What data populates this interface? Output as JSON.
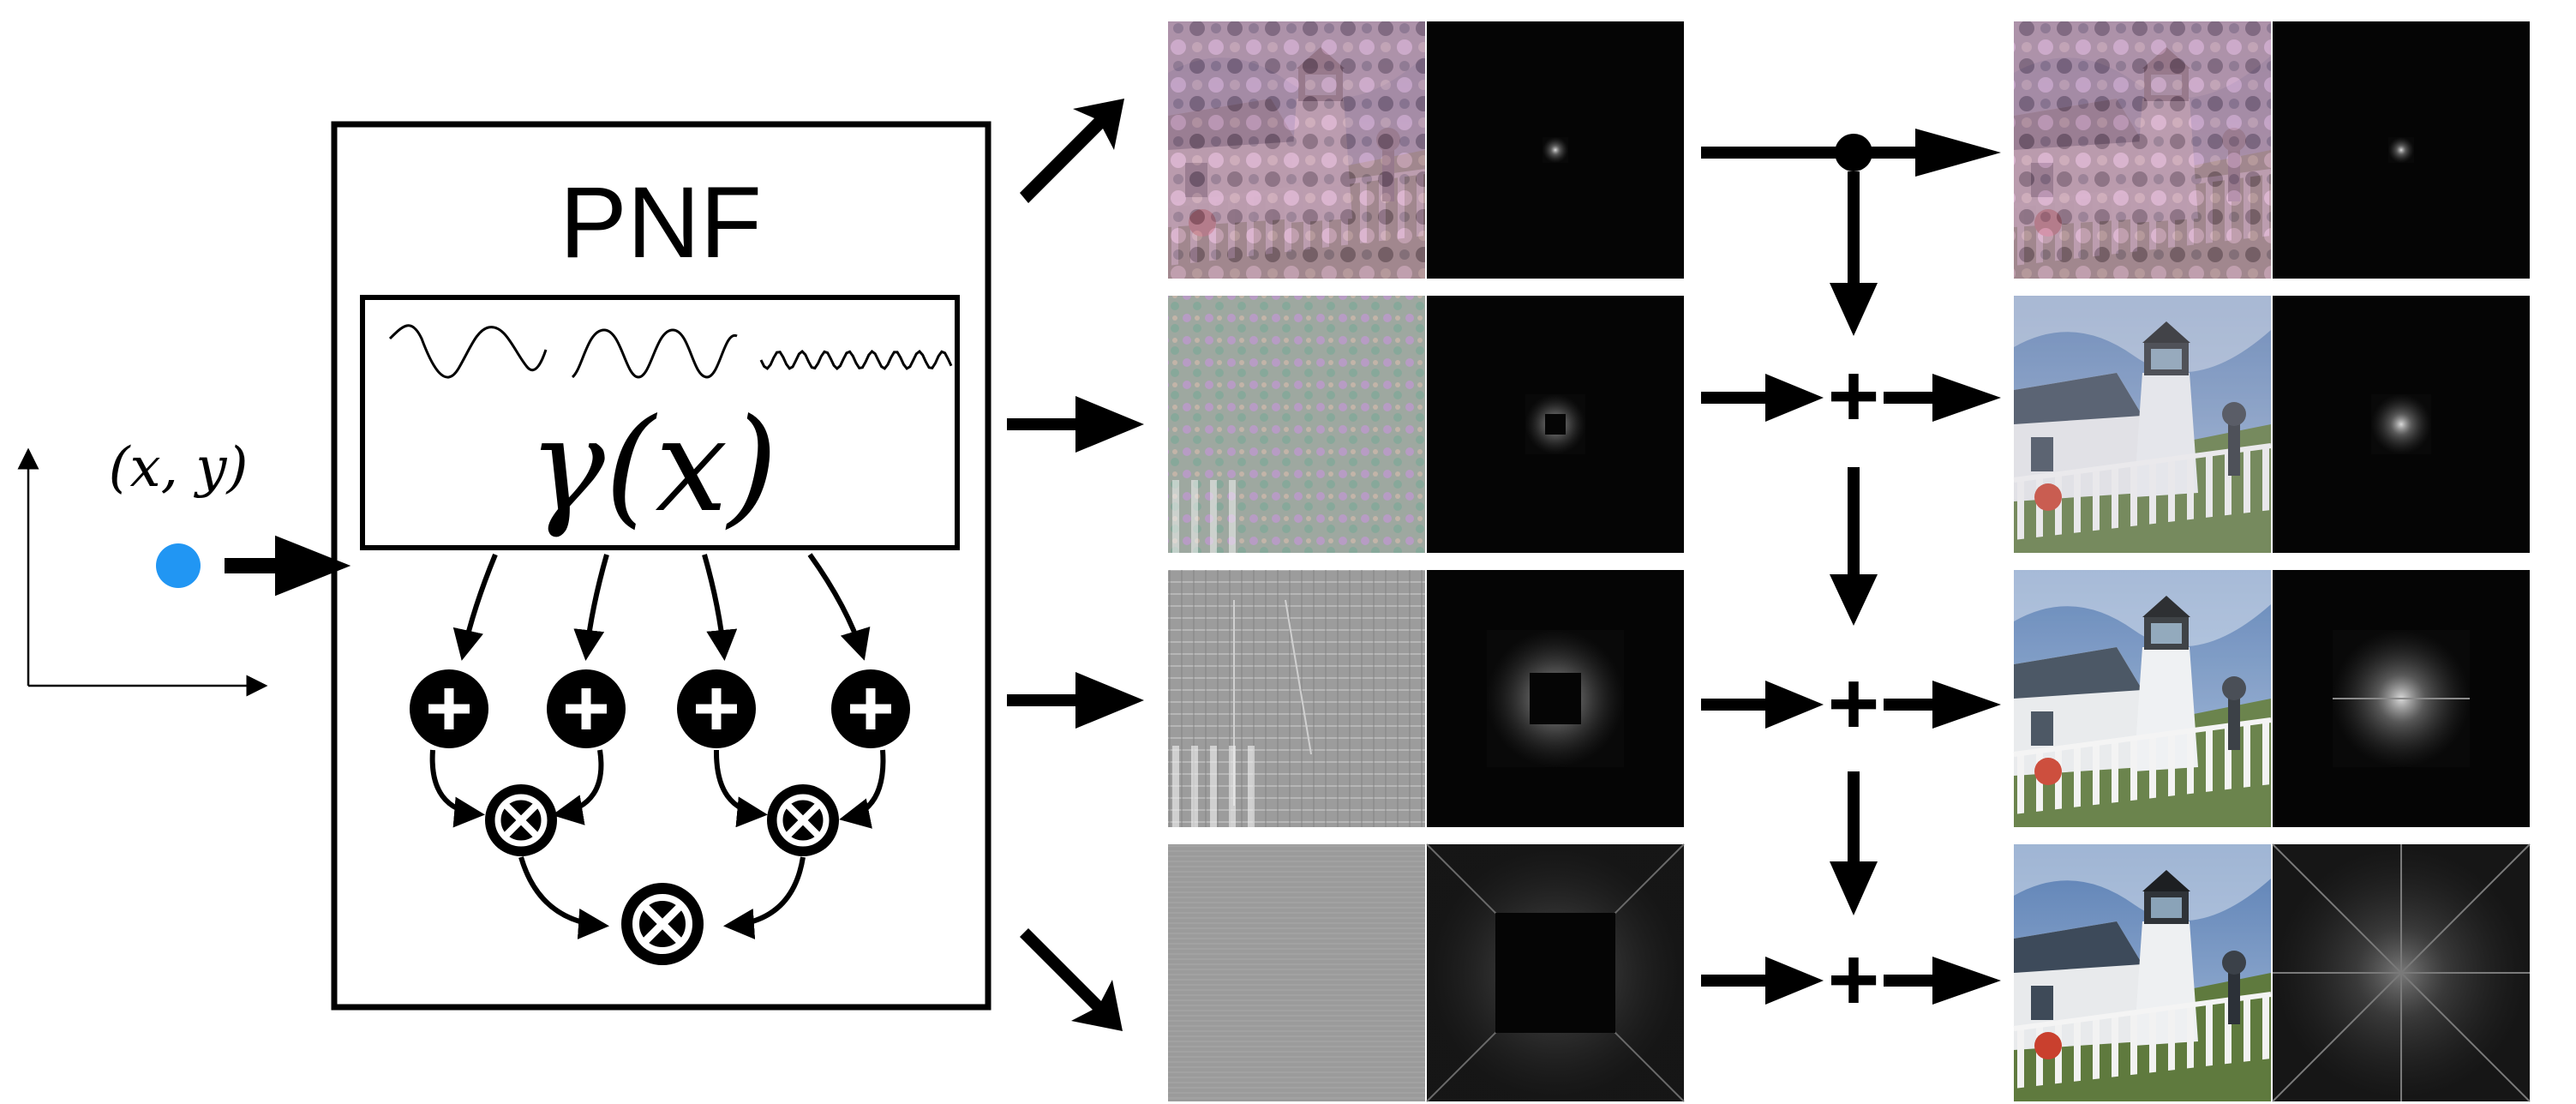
{
  "input_label": "(x, y)",
  "pnf_title": "PNF",
  "encoding_label": "γ(x)",
  "add_symbol": "+",
  "colors": {
    "ink": "#000000",
    "input_point": "#2196f3",
    "spectrum_bg": "#050505",
    "spectrum_glow": "#c8c8c8"
  },
  "icons": {
    "add_node": "circled-plus-icon",
    "mul_node": "circled-times-icon",
    "merge_dot": "junction-dot-icon"
  },
  "left_panels": [
    {
      "name": "band-1-low-frequency",
      "image": "lighthouse-noise-coarse",
      "spectrum": "spectrum-center-square"
    },
    {
      "name": "band-2",
      "image": "lighthouse-noise-mid",
      "spectrum": "spectrum-small-ring"
    },
    {
      "name": "band-3",
      "image": "lighthouse-edges-gray",
      "spectrum": "spectrum-medium-ring"
    },
    {
      "name": "band-4-high-frequency",
      "image": "lighthouse-fine-gray",
      "spectrum": "spectrum-large-ring"
    }
  ],
  "right_panels": [
    {
      "name": "sum-1",
      "image": "lighthouse-blurred",
      "spectrum": "spectrum-center-square"
    },
    {
      "name": "sum-1-2",
      "image": "lighthouse-soft",
      "spectrum": "spectrum-small-square"
    },
    {
      "name": "sum-1-3",
      "image": "lighthouse-sharper",
      "spectrum": "spectrum-medium-square"
    },
    {
      "name": "sum-1-4",
      "image": "lighthouse-full-detail",
      "spectrum": "spectrum-full-square"
    }
  ]
}
